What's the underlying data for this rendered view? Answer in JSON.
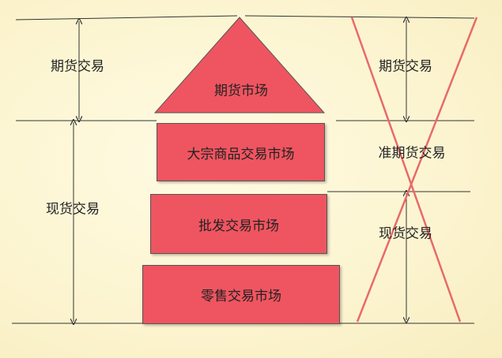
{
  "pyramid": {
    "top_label": "期货市场",
    "tiers": [
      {
        "label": "大宗商品交易市场"
      },
      {
        "label": "批发交易市场"
      },
      {
        "label": "零售交易市场"
      }
    ]
  },
  "left_annotations": {
    "upper": "期货交易",
    "lower": "现货交易"
  },
  "right_annotations": {
    "upper": "期货交易",
    "middle": "准期货交易",
    "lower": "现货交易"
  },
  "colors": {
    "block_fill": "#ef5560",
    "cross": "#e86a6a",
    "line": "#333333",
    "background": "#fdf7d4"
  }
}
